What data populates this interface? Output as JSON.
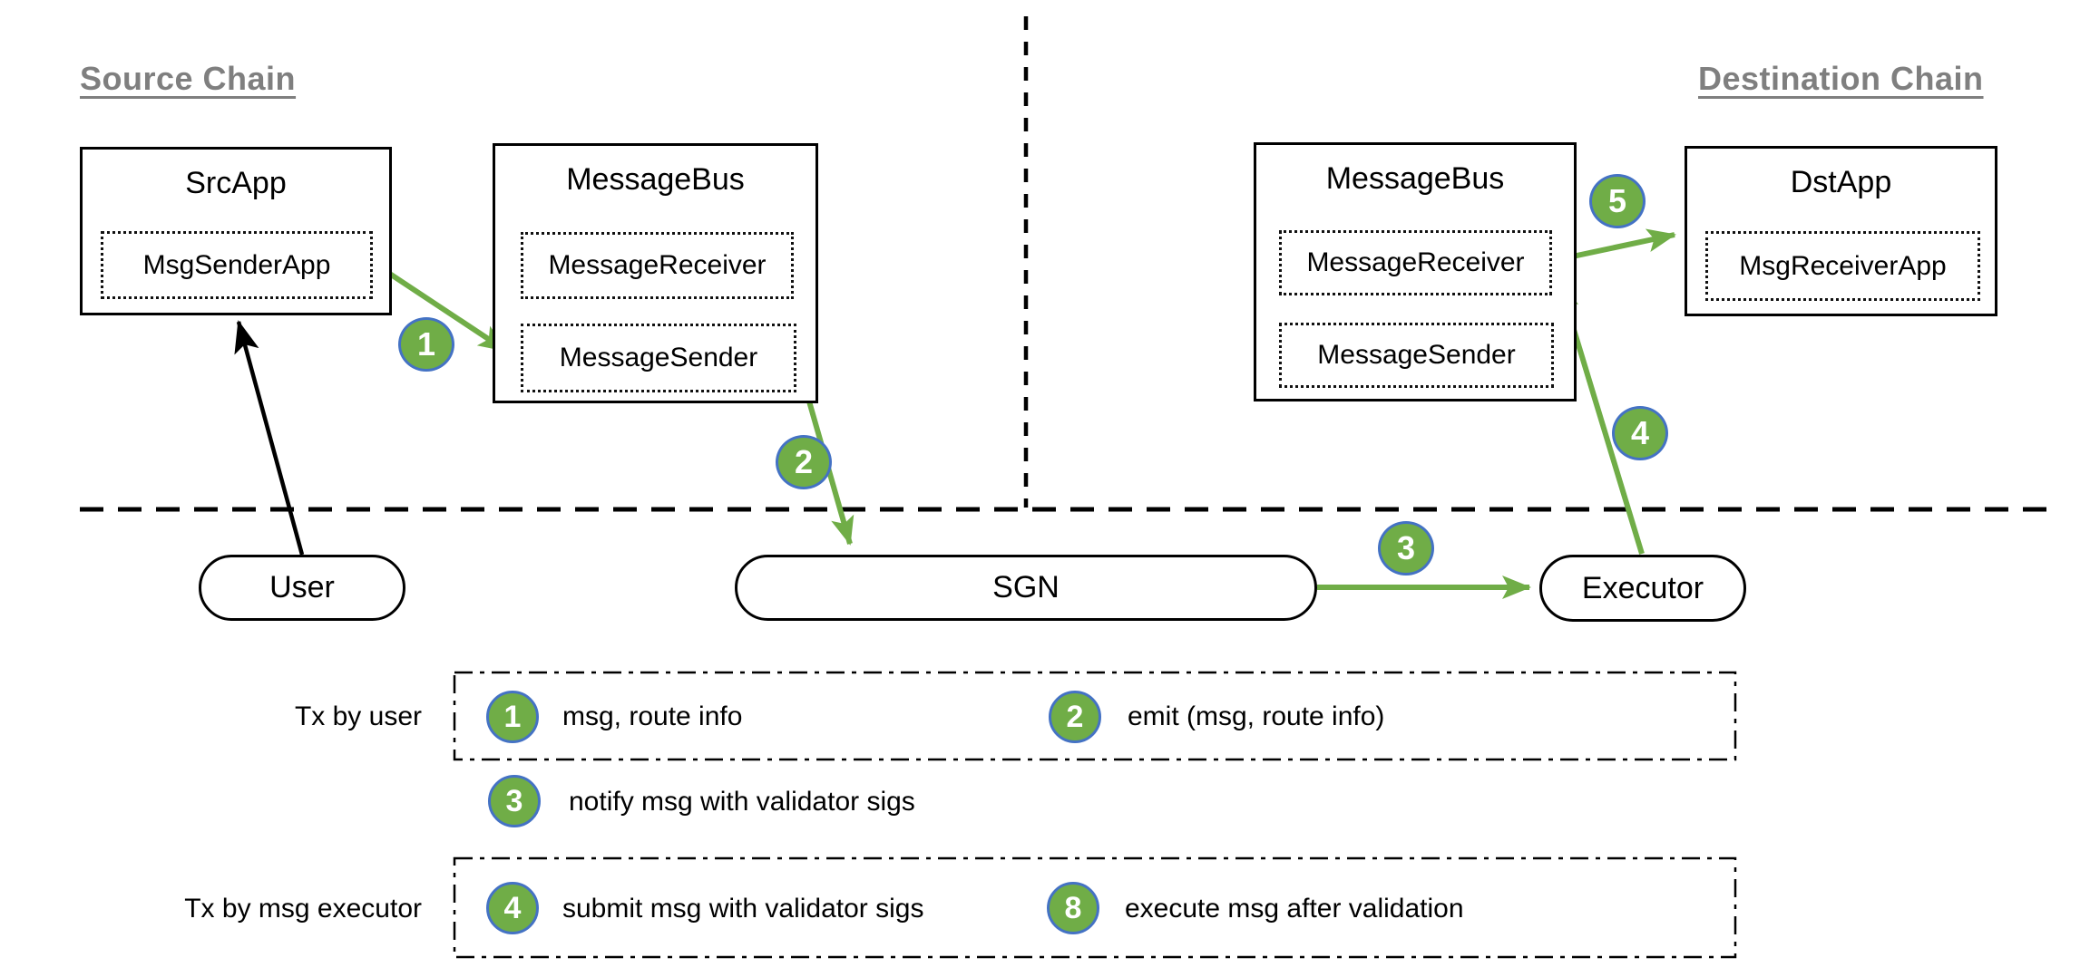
{
  "headings": {
    "source": "Source Chain",
    "destination": "Destination Chain"
  },
  "boxes": {
    "src_app": {
      "title": "SrcApp",
      "inner": "MsgSenderApp"
    },
    "src_message_bus": {
      "title": "MessageBus",
      "receiver": "MessageReceiver",
      "sender": "MessageSender"
    },
    "dst_message_bus": {
      "title": "MessageBus",
      "receiver": "MessageReceiver",
      "sender": "MessageSender"
    },
    "dst_app": {
      "title": "DstApp",
      "inner": "MsgReceiverApp"
    }
  },
  "nodes": {
    "user": "User",
    "sgn": "SGN",
    "executor": "Executor"
  },
  "steps": {
    "one": "1",
    "two": "2",
    "three": "3",
    "four": "4",
    "five": "5"
  },
  "legend": {
    "row_user_label": "Tx by user",
    "row_executor_label": "Tx by msg executor",
    "items": [
      {
        "num": "1",
        "text": "msg, route info"
      },
      {
        "num": "2",
        "text": "emit (msg, route info)"
      },
      {
        "num": "3",
        "text": "notify msg with validator sigs"
      },
      {
        "num": "4",
        "text": "submit msg with validator sigs"
      },
      {
        "num": "8",
        "text": "execute msg after validation"
      }
    ]
  },
  "colors": {
    "green": "#70ad47",
    "circle-border": "#4472c4",
    "heading-gray": "#7f7f7f"
  }
}
